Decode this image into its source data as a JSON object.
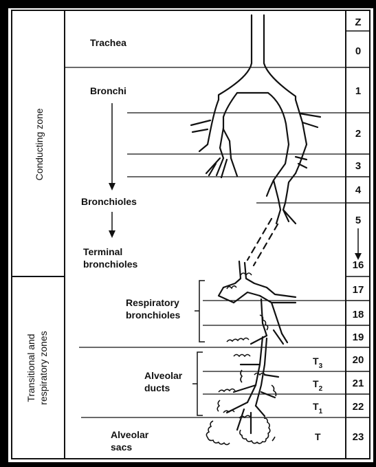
{
  "zone_labels": {
    "conducting": "Conducting zone",
    "transitional_line1": "Transitional and",
    "transitional_line2": "respiratory zones"
  },
  "z_header": "Z",
  "generations": [
    "0",
    "1",
    "2",
    "3",
    "4",
    "5",
    "16",
    "17",
    "18",
    "19",
    "20",
    "21",
    "22",
    "23"
  ],
  "structures": {
    "trachea": "Trachea",
    "bronchi": "Bronchi",
    "bronchioles": "Bronchioles",
    "terminal_line1": "Terminal",
    "terminal_line2": "bronchioles",
    "resp_line1": "Respiratory",
    "resp_line2": "bronchioles",
    "ducts_line1": "Alveolar",
    "ducts_line2": "ducts",
    "sacs_line1": "Alveolar",
    "sacs_line2": "sacs"
  },
  "t_labels": {
    "t3_base": "T",
    "t3_sub": "3",
    "t2_base": "T",
    "t2_sub": "2",
    "t1_base": "T",
    "t1_sub": "1",
    "t": "T"
  }
}
